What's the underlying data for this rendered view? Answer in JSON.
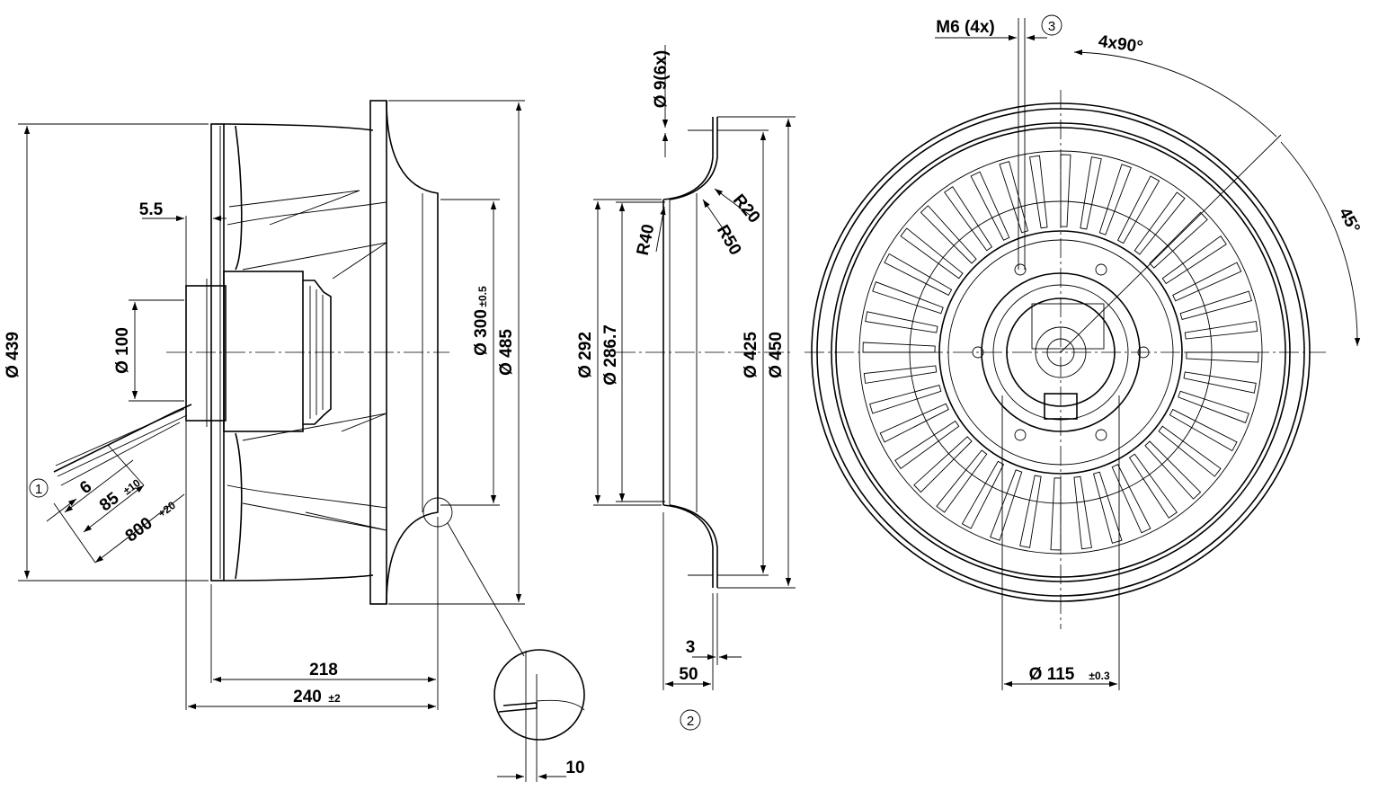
{
  "side_view": {
    "d439": "Ø 439",
    "d100": "Ø 100",
    "d300": "Ø 300",
    "d300_tol": "±0.5",
    "d485": "Ø 485",
    "w5_5": "5.5",
    "w218": "218",
    "w240": "240",
    "w240_tol": "±2",
    "c6": "6",
    "c85": "85",
    "c85_tol": "±10",
    "c800": "800",
    "c800_tol": "+20",
    "detail_10": "10",
    "marker1": "1"
  },
  "nozzle_view": {
    "hole": "Ø 9(6x)",
    "r20": "R20",
    "r50": "R50",
    "r40": "R40",
    "d292": "Ø 292",
    "d286_7": "Ø 286.7",
    "d425": "Ø 425",
    "d450": "Ø 450",
    "w3": "3",
    "w50": "50",
    "marker2": "2"
  },
  "front_view": {
    "thread": "M6 (4x)",
    "marker3": "3",
    "angle4x90": "4x90°",
    "angle45": "45°",
    "d115": "Ø 115",
    "d115_tol": "±0.3"
  }
}
